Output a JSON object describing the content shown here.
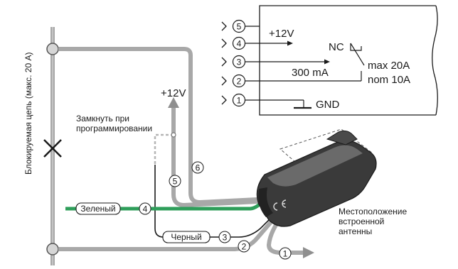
{
  "relay": {
    "pins": [
      "5",
      "4",
      "3",
      "2",
      "1"
    ],
    "plus12v": "+12V",
    "nc": "NC",
    "current_300": "300 mA",
    "max": "max 20A",
    "nom": "nom 10A",
    "gnd": "GND"
  },
  "left_label": "Блокируемая цепь (макс. 20 A)",
  "wiring": {
    "plus12v": "+12V",
    "short_line1": "Замкнуть при",
    "short_line2": "программировании",
    "green_label": "Зеленый",
    "black_label": "Черный",
    "wire_nums": {
      "w6": "6",
      "w5": "5",
      "w4": "4",
      "w3": "3",
      "w2": "2",
      "w1": "1"
    }
  },
  "antenna": {
    "line1": "Местоположение",
    "line2": "встроенной",
    "line3": "антенны"
  },
  "colors": {
    "wire_grey": "#a8a8a8",
    "wire_green": "#2e9e5a",
    "ink": "#1a1a1a",
    "module_dark": "#2b2b2b",
    "module_light": "#5e5e5e"
  }
}
